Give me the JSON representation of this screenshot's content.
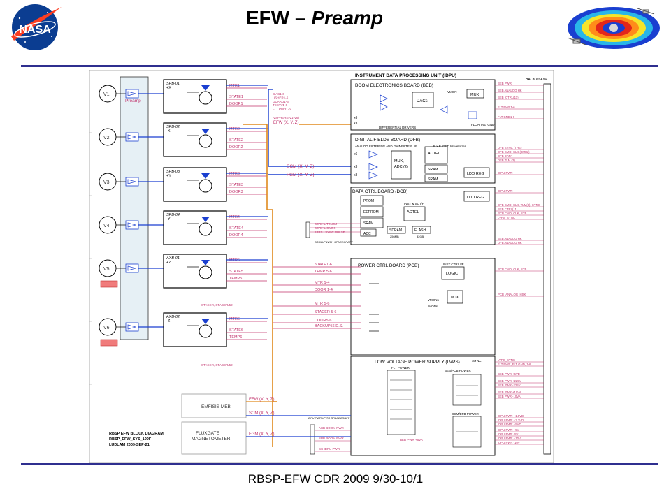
{
  "header": {
    "title_prefix": "EFW – ",
    "title_italic": "Preamp",
    "logo_text": "NASA"
  },
  "footer": {
    "text": "RBSP-EFW CDR 2009 9/30-10/1"
  },
  "diagram": {
    "idpu_title": "INSTRUMENT DATA PROCESSING UNIT (IDPU)",
    "backplane": "BACK PLANE",
    "preamp": "Preamp",
    "sensors": [
      "V1",
      "V2",
      "V3",
      "V4",
      "V5",
      "V6"
    ],
    "booms": [
      {
        "name": "SPB-01",
        "axis": "+X",
        "mtr": "MTR1",
        "state": "STATE1",
        "last": "DOOR1"
      },
      {
        "name": "SPB-02",
        "axis": "-X",
        "mtr": "MTR2",
        "state": "STATE2",
        "last": "DOOR2"
      },
      {
        "name": "SPB-03",
        "axis": "+Y",
        "mtr": "MTR3",
        "state": "STATE3",
        "last": "DOOR3"
      },
      {
        "name": "SPB-04",
        "axis": "-Y",
        "mtr": "MTR4",
        "state": "STATE4",
        "last": "DOOR4"
      },
      {
        "name": "AXB-01",
        "axis": "+Z",
        "mtr": "MTR5",
        "state": "STATE5",
        "last": "TEMP5"
      },
      {
        "name": "AXB-02",
        "axis": "-Z",
        "mtr": "MTR6",
        "state": "STATE6",
        "last": "TEMP6"
      }
    ],
    "beb": {
      "title": "BOOM ELECTRONICS BOARD (BEB)",
      "dacs": "DACs",
      "mux": "MUX",
      "vmon": "VMON",
      "float_gnd": "FLOATING GND",
      "diff_drivers": "DIFFERENTIAL DRIVERS",
      "x6": "x6",
      "x3": "x3",
      "inputs": [
        "BIAS1-6",
        "USHER1-6",
        "GUARD1-6",
        "TESTV1-6",
        "FLT PWR1-6"
      ],
      "vsphere": "VSPHERE(V1-V6)",
      "efw": "EFW (X, Y, Z)",
      "outputs": [
        "BEB PWR",
        "BEB ANALOG HK",
        "BEB_CTRL(11)",
        "FLT PWR1-6",
        "FLT GND1-6"
      ]
    },
    "dfb": {
      "title": "DIGITAL FIELDS BOARD (DFB)",
      "analog": "ANALOG FILTERING AND GAIN",
      "filter": "FILTER, I/F",
      "exb": "E x B, DFT, Waveforms",
      "mux": "MUX,",
      "adc": "ADC (2)",
      "actel": "ACTEL",
      "sram": "SRAM",
      "sram2": "SRAM",
      "ldo": "LDO REG",
      "x6": "x6",
      "x3a": "x3",
      "x3b": "x3",
      "outputs": [
        "DFB SYNC (THE)",
        "DFB CMD, CLK (8MHz)",
        "DFB DATA",
        "DFB TLM (2)",
        "IDPU PWR"
      ]
    },
    "scm": "SCM (X, Y, Z)",
    "fgm": "FGM (X, Y, Z)",
    "dcb": {
      "title": "DATA CTRL BOARD (DCB)",
      "prom": "PROM",
      "eeprom": "EEPROM",
      "sram": "SRAM",
      "inst": "INST & SC I/F",
      "actel": "ACTEL",
      "adc": "ADC",
      "sdram": "SDRAM",
      "sdram_size": "256MB",
      "flash": "FLASH",
      "flash_size": "32GB",
      "ldo": "LDO REG",
      "serial": [
        "SERIAL TELEM",
        "SERIAL CMDS",
        "1PPS / SYNC PULSE"
      ],
      "data_if": "DATA I/F WITH SPACECRAFT",
      "outputs": [
        "IDPU PWR",
        "DFB CMD, CLK, TLM(3), SYNC",
        "BEB CTRL(11)",
        "PCB CMD, CLK, STB",
        "LVPS_SYNC",
        "BEB ANALOG HK",
        "DFB ANALOG HK"
      ]
    },
    "pcb": {
      "title": "POWER CTRL BOARD (PCB)",
      "inst": "INST CTRL I/F",
      "logic": "LOGIC",
      "mux": "MUX",
      "vmon": "VMONs",
      "imon": "IMONs",
      "lines": [
        "STATE1-6",
        "TEMP 5-6",
        "MTR 1-4",
        "DOOR 1-4",
        "MTR 5-6",
        "STACER 5-6",
        "DOOR5-6",
        "BACKUP56 D.S."
      ],
      "outputs": [
        "PCB CMD, CLK, STB",
        "PCB_ANALOG_HSK"
      ]
    },
    "lvps": {
      "title": "LOW VOLTAGE POWER SUPPLY (LVPS)",
      "sync": "SYNC",
      "flt": "FLT POWER",
      "bebpcb": "BEB/PCB POWER",
      "dcm": "DCM/DFB POWER",
      "if_label": "IDPU PWR I/F TO SPACECRAFT",
      "inputs": [
        "AXB BOOM PWR",
        "SPB BOOM PWR",
        "SC IDPU PWR"
      ],
      "beb_pwr": "BEB PWR +6VA",
      "outputs": [
        "LVPS_SYNC",
        "FLT PWR, FLT GND, 1-6",
        "BEB PWR +6VD",
        "BEB PWR +225V",
        "BEB PWR -225V",
        "BEB PWR +10VA",
        "BEB PWR -10VA",
        "IDPU PWR +1.8VD",
        "IDPU PWR +3.3VD",
        "IDPU PWR +5VD",
        "IDPU PWR +5V",
        "IDPU PWR -5V",
        "IDPU PWR +10V",
        "IDPU PWR -10V"
      ]
    },
    "emfisis": "EMFISIS MEB",
    "fluxgate1": "FLUXGATE",
    "fluxgate2": "MAGNETOMETER",
    "efw_out": "EFW (X, Y, Z)",
    "scm_out": "SCM (X, Y, Z)",
    "fgm_out": "FGM (X, Y, Z)",
    "stacer": "STACER, STACER/52",
    "block": [
      "RBSP EFW BLOCK DIAGRAM",
      "RBSP_EFW_SYS_100F",
      "LUDLAM 2009-SEP-21"
    ]
  }
}
